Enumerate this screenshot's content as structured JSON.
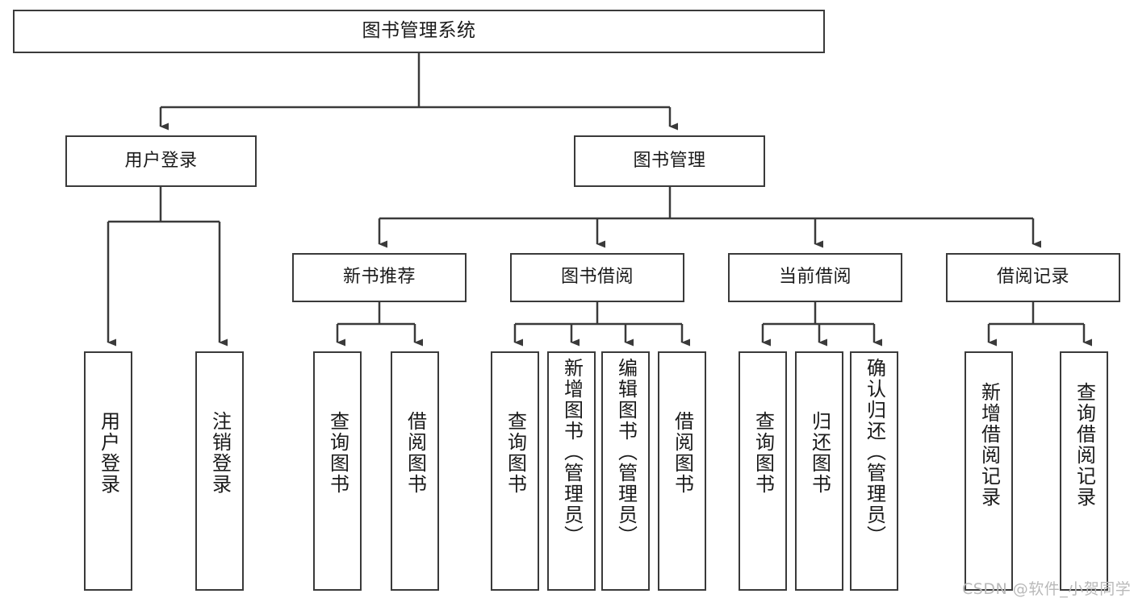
{
  "diagram": {
    "type": "hierarchy-tree",
    "title": "图书管理系统",
    "colors": {
      "stroke": "#3a3a3a",
      "fill": "#ffffff",
      "text": "#1a1a1a",
      "watermark": "#b9b9b9"
    },
    "nodes": {
      "root": {
        "label": "图书管理系统"
      },
      "level2": [
        {
          "id": "user-login",
          "label": "用户登录"
        },
        {
          "id": "book-manage",
          "label": "图书管理"
        }
      ],
      "level3": [
        {
          "id": "new-book-recommend",
          "label": "新书推荐"
        },
        {
          "id": "book-borrow",
          "label": "图书借阅"
        },
        {
          "id": "current-borrow",
          "label": "当前借阅"
        },
        {
          "id": "borrow-record",
          "label": "借阅记录"
        }
      ],
      "leaves": {
        "user-login": [
          {
            "id": "leaf-user-login",
            "label": "用户登录"
          },
          {
            "id": "leaf-logout",
            "label": "注销登录"
          }
        ],
        "new-book-recommend": [
          {
            "id": "leaf-query-book-1",
            "label": "查询图书"
          },
          {
            "id": "leaf-borrow-book-1",
            "label": "借阅图书"
          }
        ],
        "book-borrow": [
          {
            "id": "leaf-query-book-2",
            "label": "查询图书"
          },
          {
            "id": "leaf-add-book",
            "label": "新增图书（管理员）"
          },
          {
            "id": "leaf-edit-book",
            "label": "编辑图书（管理员）"
          },
          {
            "id": "leaf-borrow-book-2",
            "label": "借阅图书"
          }
        ],
        "current-borrow": [
          {
            "id": "leaf-query-book-3",
            "label": "查询图书"
          },
          {
            "id": "leaf-return-book",
            "label": "归还图书"
          },
          {
            "id": "leaf-confirm-return",
            "label": "确认归还（管理员）"
          }
        ],
        "borrow-record": [
          {
            "id": "leaf-add-record",
            "label": "新增借阅记录"
          },
          {
            "id": "leaf-query-record",
            "label": "查询借阅记录"
          }
        ]
      }
    },
    "watermark": "CSDN @软件_小贺同学"
  }
}
